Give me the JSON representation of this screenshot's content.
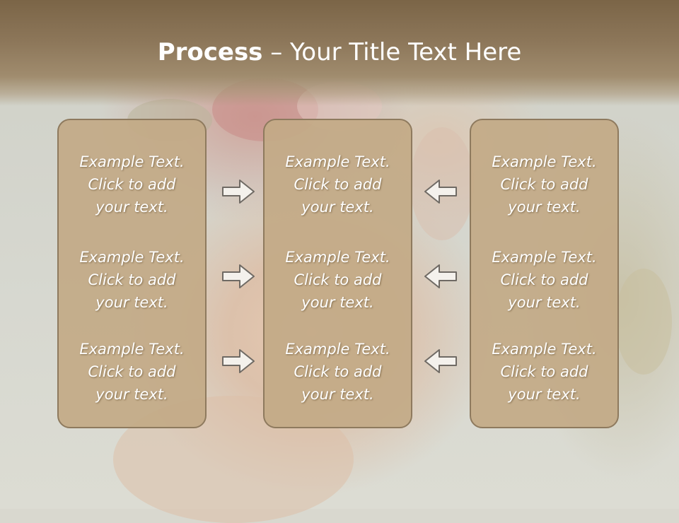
{
  "slide": {
    "title_bold": "Process",
    "title_rest": " – Your Title Text Here"
  },
  "columns": [
    {
      "texts": [
        "Example Text.\nClick  to add\nyour text.",
        "Example Text.\nClick  to add\nyour text.",
        "Example Text.\nClick  to add\nyour text."
      ]
    },
    {
      "texts": [
        "Example Text.\nClick  to add\nyour text.",
        "Example Text.\nClick  to add\nyour text.",
        "Example Text.\nClick  to add\nyour text."
      ]
    },
    {
      "texts": [
        "Example Text.\nClick  to add\nyour text.",
        "Example Text.\nClick  to add\nyour text.",
        "Example Text.\nClick  to add\nyour text."
      ]
    }
  ],
  "arrows": {
    "left_group": "arrow-right-icon",
    "right_group": "arrow-left-icon"
  },
  "colors": {
    "title_band": "#8d775a",
    "box_fill": "#c3aa87",
    "box_border": "#8e7a5e",
    "text": "#ffffff"
  }
}
